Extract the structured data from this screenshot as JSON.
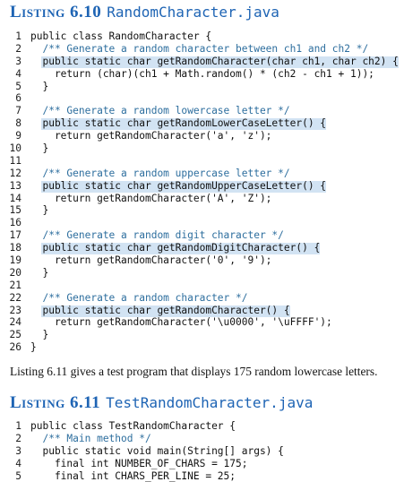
{
  "listing1": {
    "label": "Listing 6.10",
    "filename": "RandomCharacter.java",
    "lines": [
      {
        "n": "1",
        "text": "public class RandomCharacter {"
      },
      {
        "n": "2",
        "text": "  /** Generate a random character between ch1 and ch2 */"
      },
      {
        "n": "3",
        "text": "  public static char getRandomCharacter(char ch1, char ch2) {"
      },
      {
        "n": "4",
        "text": "    return (char)(ch1 + Math.random() * (ch2 - ch1 + 1));"
      },
      {
        "n": "5",
        "text": "  }"
      },
      {
        "n": "6",
        "text": ""
      },
      {
        "n": "7",
        "text": "  /** Generate a random lowercase letter */"
      },
      {
        "n": "8",
        "text": "  public static char getRandomLowerCaseLetter() {"
      },
      {
        "n": "9",
        "text": "    return getRandomCharacter('a', 'z');"
      },
      {
        "n": "10",
        "text": "  }"
      },
      {
        "n": "11",
        "text": ""
      },
      {
        "n": "12",
        "text": "  /** Generate a random uppercase letter */"
      },
      {
        "n": "13",
        "text": "  public static char getRandomUpperCaseLetter() {"
      },
      {
        "n": "14",
        "text": "    return getRandomCharacter('A', 'Z');"
      },
      {
        "n": "15",
        "text": "  }"
      },
      {
        "n": "16",
        "text": ""
      },
      {
        "n": "17",
        "text": "  /** Generate a random digit character */"
      },
      {
        "n": "18",
        "text": "  public static char getRandomDigitCharacter() {"
      },
      {
        "n": "19",
        "text": "    return getRandomCharacter('0', '9');"
      },
      {
        "n": "20",
        "text": "  }"
      },
      {
        "n": "21",
        "text": ""
      },
      {
        "n": "22",
        "text": "  /** Generate a random character */"
      },
      {
        "n": "23",
        "text": "  public static char getRandomCharacter() {"
      },
      {
        "n": "24",
        "text": "    return getRandomCharacter('\\u0000', '\\uFFFF');"
      },
      {
        "n": "25",
        "text": "  }"
      },
      {
        "n": "26",
        "text": "}"
      }
    ]
  },
  "paragraph": "Listing 6.11 gives a test program that displays 175 random lowercase letters.",
  "listing2": {
    "label": "Listing 6.11",
    "filename": "TestRandomCharacter.java",
    "lines": [
      {
        "n": "1",
        "text": "public class TestRandomCharacter {"
      },
      {
        "n": "2",
        "text": "  /** Main method */"
      },
      {
        "n": "3",
        "text": "  public static void main(String[] args) {"
      },
      {
        "n": "4",
        "text": "    final int NUMBER_OF_CHARS = 175;"
      },
      {
        "n": "5",
        "text": "    final int CHARS_PER_LINE = 25;"
      }
    ]
  },
  "colors": {
    "title": "#1e64b4",
    "highlight": "#d2e3f3",
    "comment": "#2d6e9e"
  }
}
